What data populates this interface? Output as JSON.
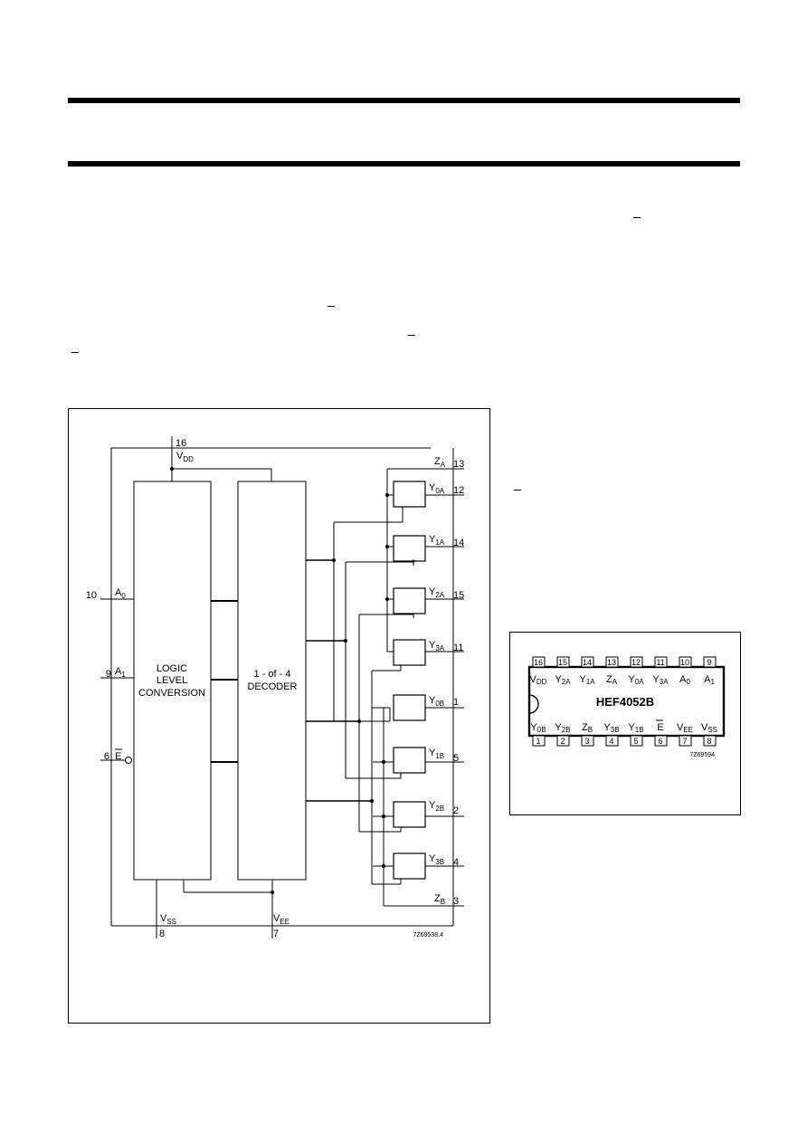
{
  "block_diagram": {
    "supply": {
      "vdd_pin": "16",
      "vdd_label": "V",
      "vdd_sub": "DD",
      "vss_pin": "8",
      "vss_label": "V",
      "vss_sub": "SS",
      "vee_pin": "7",
      "vee_label": "V",
      "vee_sub": "EE"
    },
    "inputs": [
      {
        "pin": "10",
        "label": "A",
        "sub": "0"
      },
      {
        "pin": "9",
        "label": "A",
        "sub": "1"
      },
      {
        "pin": "6",
        "label": "E",
        "sub": ""
      }
    ],
    "blocks": {
      "logic_line1": "LOGIC",
      "logic_line2": "LEVEL",
      "logic_line3": "CONVERSION",
      "decoder_line1": "1 - of - 4",
      "decoder_line2": "DECODER"
    },
    "commons": [
      {
        "label": "Z",
        "sub": "A",
        "pin": "13"
      },
      {
        "label": "Z",
        "sub": "B",
        "pin": "3"
      }
    ],
    "channels": [
      {
        "label": "Y",
        "sub": "0A",
        "pin": "12"
      },
      {
        "label": "Y",
        "sub": "1A",
        "pin": "14"
      },
      {
        "label": "Y",
        "sub": "2A",
        "pin": "15"
      },
      {
        "label": "Y",
        "sub": "3A",
        "pin": "11"
      },
      {
        "label": "Y",
        "sub": "0B",
        "pin": "1"
      },
      {
        "label": "Y",
        "sub": "1B",
        "pin": "5"
      },
      {
        "label": "Y",
        "sub": "2B",
        "pin": "2"
      },
      {
        "label": "Y",
        "sub": "3B",
        "pin": "4"
      }
    ],
    "figure_code": "7Z69538.4"
  },
  "pinning": {
    "device": "HEF4052B",
    "figure_code": "7Z69594",
    "top_pins": [
      {
        "num": "16",
        "label": "V",
        "sub": "DD"
      },
      {
        "num": "15",
        "label": "Y",
        "sub": "2A"
      },
      {
        "num": "14",
        "label": "Y",
        "sub": "1A"
      },
      {
        "num": "13",
        "label": "Z",
        "sub": "A"
      },
      {
        "num": "12",
        "label": "Y",
        "sub": "0A"
      },
      {
        "num": "11",
        "label": "Y",
        "sub": "3A"
      },
      {
        "num": "10",
        "label": "A",
        "sub": "0"
      },
      {
        "num": "9",
        "label": "A",
        "sub": "1"
      }
    ],
    "bottom_pins": [
      {
        "num": "1",
        "label": "Y",
        "sub": "0B"
      },
      {
        "num": "2",
        "label": "Y",
        "sub": "2B"
      },
      {
        "num": "3",
        "label": "Z",
        "sub": "B"
      },
      {
        "num": "4",
        "label": "Y",
        "sub": "3B"
      },
      {
        "num": "5",
        "label": "Y",
        "sub": "1B"
      },
      {
        "num": "6",
        "label": "E",
        "sub": ""
      },
      {
        "num": "7",
        "label": "V",
        "sub": "EE"
      },
      {
        "num": "8",
        "label": "V",
        "sub": "SS"
      }
    ]
  }
}
